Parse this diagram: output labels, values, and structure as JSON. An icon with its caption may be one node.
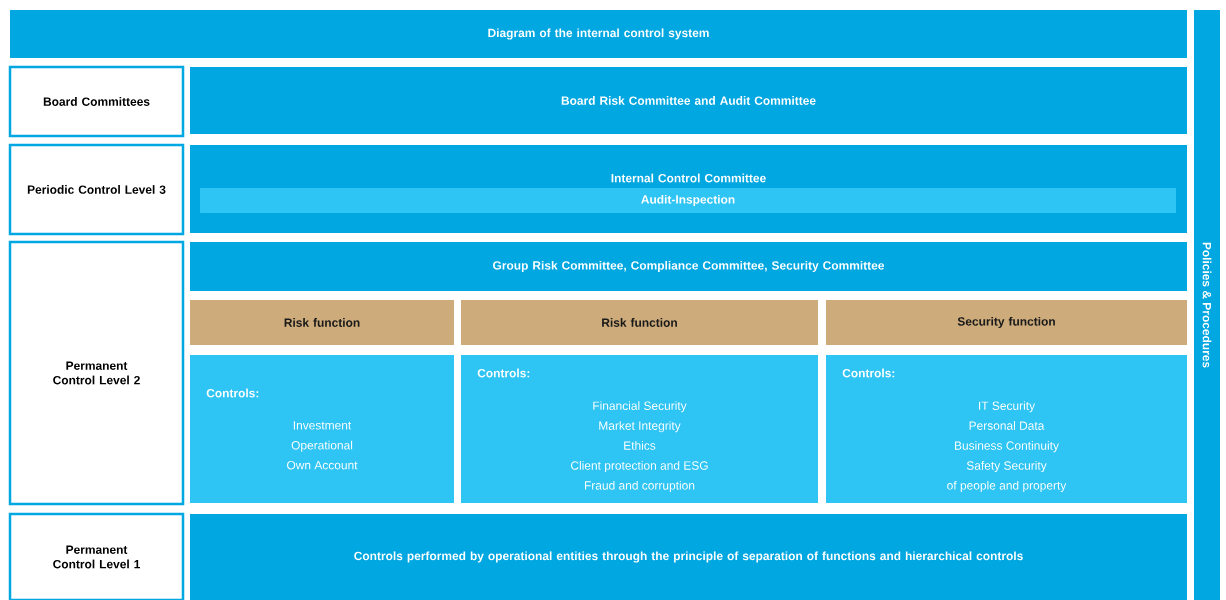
{
  "diagram": {
    "nodes": [
      {
        "text": [
          "Diagram of the internal control system"
        ]
      },
      {
        "text": [
          "Board Committees"
        ]
      },
      {
        "text": [
          "Board Risk Committee and Audit Committee"
        ]
      },
      {
        "text": [
          "Periodic Control Level 3"
        ]
      },
      {
        "text": [
          "Internal Control Committee"
        ]
      },
      {
        "text": [
          "Audit-Inspection"
        ],
        "in": 4
      },
      {
        "text": [
          "Permanent Control Level 2"
        ]
      },
      {
        "text": [
          "Group Risk Committee, Compliance Committee, Security Committee"
        ]
      },
      {
        "text": [
          "Risk function"
        ]
      },
      {
        "text": [
          "Risk function"
        ]
      },
      {
        "text": [
          "Security function"
        ]
      },
      {
        "text": [
          "Controls:",
          "Investment",
          "Operational",
          "Own Account"
        ]
      },
      {
        "text": [
          "Controls:",
          "Financial Security",
          "Market Integrity",
          "Ethics",
          "Client protection and ESG",
          "Fraud and corruption"
        ]
      },
      {
        "text": [
          "Controls:",
          "IT Security",
          "Personal Data",
          "Business Continuity",
          "Safety Security",
          "of people and property"
        ]
      },
      {
        "text": [
          "Permanent Control Level 1"
        ]
      },
      {
        "text": [
          "Controls performed by operational entities through the principle of separation of functions and hierarchical controls"
        ]
      },
      {
        "text": [
          "Policies & Procedures"
        ]
      }
    ]
  }
}
